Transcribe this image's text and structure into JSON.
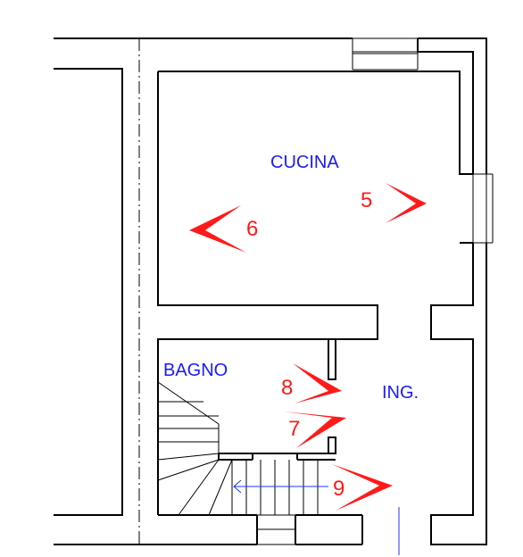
{
  "rooms": {
    "kitchen": "CUCINA",
    "bathroom": "BAGNO",
    "entrance": "ING."
  },
  "markers": {
    "m5": "5",
    "m6": "6",
    "m7": "7",
    "m8": "8",
    "m9": "9"
  },
  "colors": {
    "room_label": "#1a1aff",
    "marker": "#ff1a1a",
    "walls": "#000000"
  }
}
